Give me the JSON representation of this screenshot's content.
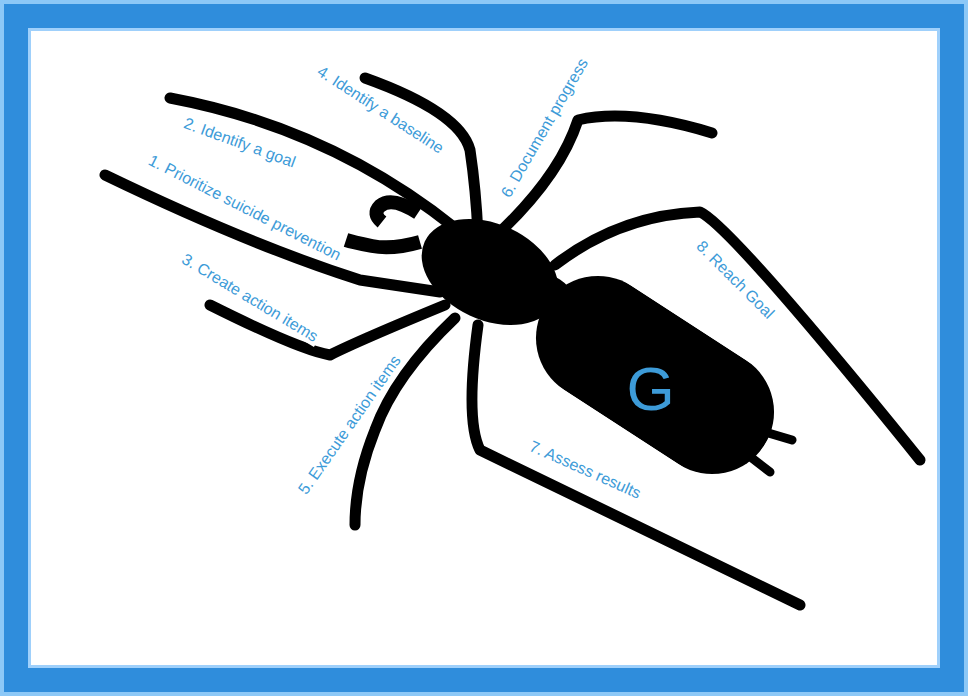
{
  "diagram": {
    "nodes": [
      {
        "text": [
          "G"
        ]
      }
    ],
    "labels": [
      "1. Prioritize suicide prevention",
      "2. Identify a goal",
      "3. Create action items",
      "4. Identify a baseline",
      "5. Execute action items",
      "6. Document progress",
      "7. Assess results",
      "8. Reach Goal"
    ]
  }
}
